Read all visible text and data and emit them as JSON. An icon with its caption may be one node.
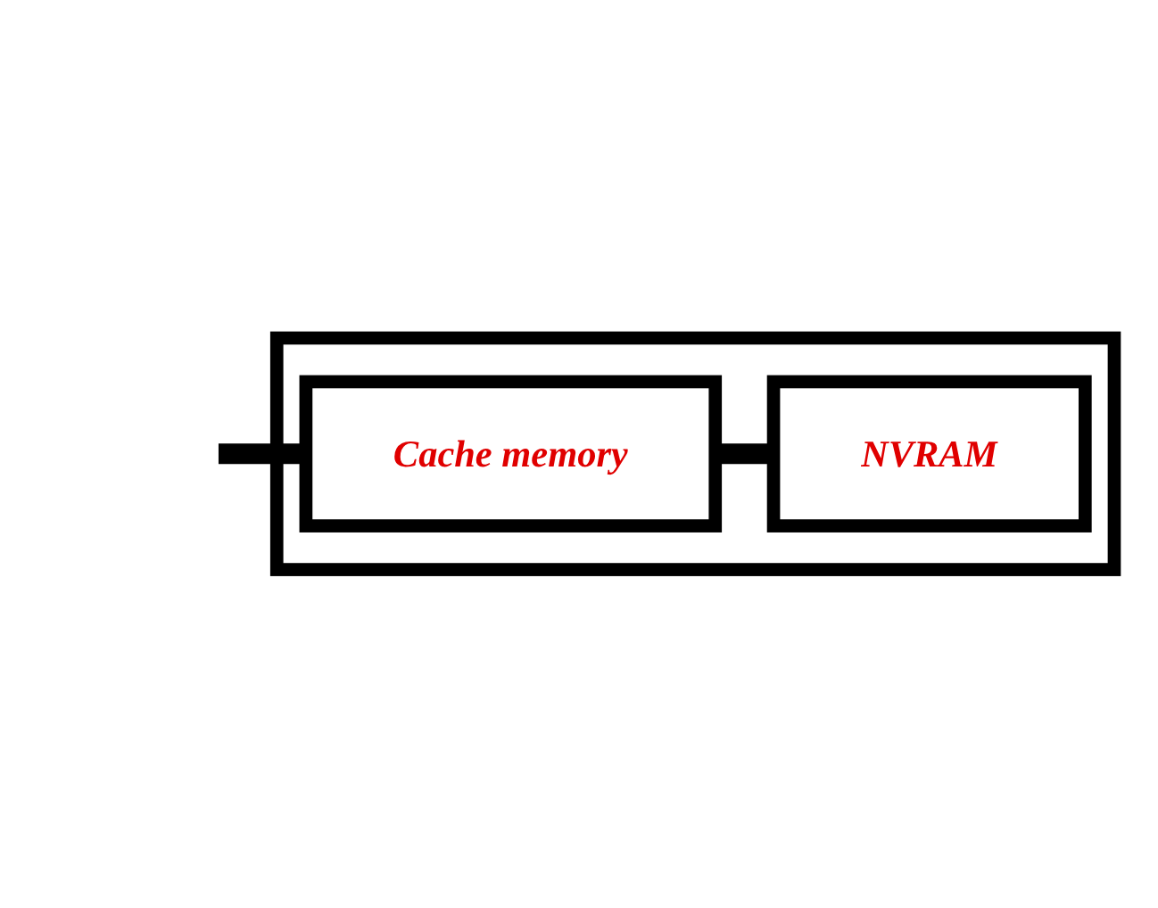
{
  "diagram": {
    "nodes": [
      {
        "text": [],
        "shape": "box"
      },
      {
        "text": [
          "Cache memory"
        ],
        "in": 0
      },
      {
        "text": [
          "NVRAM"
        ],
        "in": 0
      }
    ],
    "edges": [
      {
        "from": null,
        "to": 1,
        "arrow": "none"
      },
      {
        "from": 1,
        "to": 2,
        "arrow": "none"
      }
    ]
  }
}
